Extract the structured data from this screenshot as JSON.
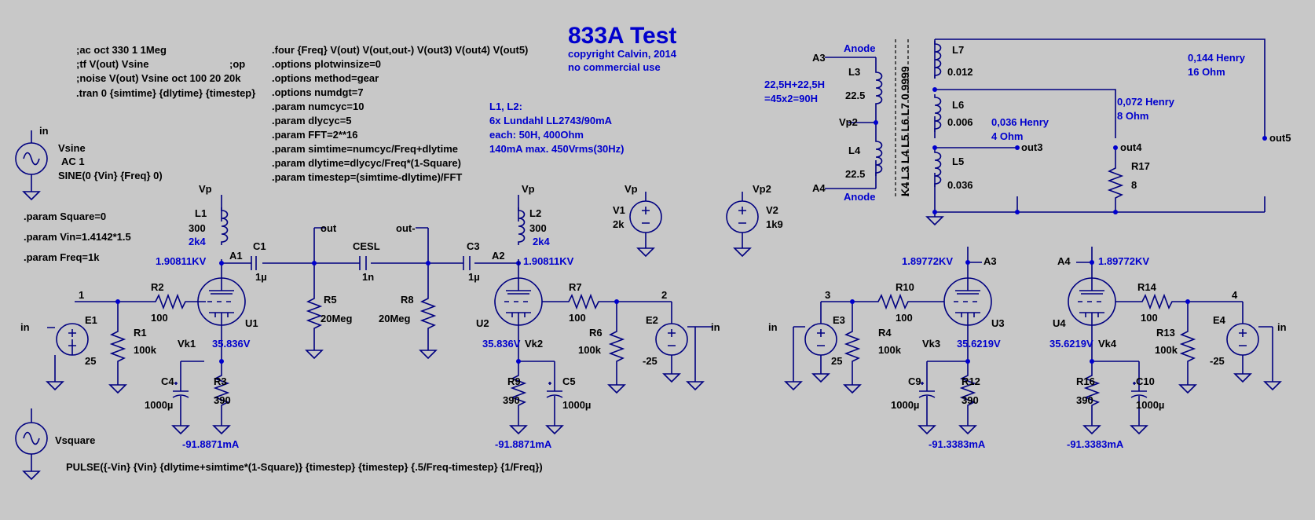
{
  "title": "833A Test",
  "notes": {
    "copyright": "copyright Calvin, 2014",
    "no_commercial": "no commercial use",
    "inductor_head": "L1, L2:",
    "inductor_1": "6x Lundahl LL2743/90mA",
    "inductor_2": "each: 50H, 400Ohm",
    "inductor_3": "140mA max. 450Vrms(30Hz)",
    "sum_1": "22,5H+22,5H",
    "sum_2": "=45x2=90H",
    "h1": "0,144 Henry",
    "o1": "16 Ohm",
    "h2": "0,072 Henry",
    "o2": "8 Ohm",
    "h3": "0,036 Henry",
    "o3": "4 Ohm"
  },
  "directives_left": [
    ";ac oct 330 1 1Meg",
    ";tf V(out) Vsine",
    ";op",
    ";noise V(out) Vsine oct 100 20 20k",
    ".tran 0 {simtime} {dlytime} {timestep}"
  ],
  "directives_mid": [
    ".four {Freq} V(out) V(out,out-) V(out3) V(out4) V(out5)",
    ".options plotwinsize=0",
    ".options method=gear",
    ".options numdgt=7",
    ".param numcyc=10",
    ".param dlycyc=5",
    ".param FFT=2**16",
    ".param simtime=numcyc/Freq+dlytime",
    ".param dlytime=dlycyc/Freq*(1-Square)",
    ".param timestep=(simtime-dlytime)/FFT"
  ],
  "params_left": [
    ".param Square=0",
    ".param Vin=1.4142*1.5",
    ".param Freq=1k"
  ],
  "sources": {
    "vsine_node": "in",
    "vsine_name": "Vsine",
    "vsine_ac": "AC 1",
    "vsine_fn": "SINE(0 {Vin} {Freq} 0)",
    "vsquare_name": "Vsquare",
    "vsquare_fn": "PULSE({-Vin} {Vin} {dlytime+simtime*(1-Square)} {timestep} {timestep} {.5/Freq-timestep} {1/Freq})",
    "v1_node": "Vp",
    "v1_name": "V1",
    "v1_val": "2k",
    "v2_node": "Vp2",
    "v2_name": "V2",
    "v2_val": "1k9"
  },
  "labels": {
    "vp": "Vp",
    "a1": "A1",
    "a2": "A2",
    "a3": "A3",
    "a4": "A4",
    "vp2": "Vp2",
    "out": "out",
    "outm": "out-",
    "out3": "out3",
    "out4": "out4",
    "out5": "out5",
    "vk1": "Vk1",
    "vk2": "Vk2",
    "vk3": "Vk3",
    "vk4": "Vk4",
    "n1": "1",
    "n2": "2",
    "n3": "3",
    "n4": "4",
    "in": "in",
    "anode": "Anode",
    "coupling": "K4 L3 L4 L5 L6 L7 0.9999"
  },
  "parts": {
    "l1": "L1",
    "l1v": "300",
    "l1r": "2k4",
    "l2": "L2",
    "l2v": "300",
    "l2r": "2k4",
    "c1": "C1",
    "c1v": "1µ",
    "cesl": "CESL",
    "ceslv": "1n",
    "c3": "C3",
    "c3v": "1µ",
    "r5": "R5",
    "r5v": "20Meg",
    "r8": "R8",
    "r8v": "20Meg",
    "e1": "E1",
    "e1v": "25",
    "e2": "E2",
    "e2v": "-25",
    "e3": "E3",
    "e3v": "25",
    "e4": "E4",
    "e4v": "-25",
    "r1": "R1",
    "r1v": "100k",
    "r2": "R2",
    "r2v": "100",
    "r3": "R3",
    "r3v": "390",
    "c4": "C4",
    "c4v": "1000µ",
    "u1": "U1",
    "u2": "U2",
    "r7": "R7",
    "r7v": "100",
    "r6": "R6",
    "r6v": "100k",
    "r9": "R9",
    "r9v": "390",
    "c5": "C5",
    "c5v": "1000µ",
    "u3": "U3",
    "r10": "R10",
    "r10v": "100",
    "r4": "R4",
    "r4v": "100k",
    "c9": "C9",
    "c9v": "1000µ",
    "r12": "R12",
    "r12v": "390",
    "u4": "U4",
    "r14": "R14",
    "r14v": "100",
    "r13": "R13",
    "r13v": "100k",
    "r16": "R16",
    "r16v": "390",
    "c10": "C10",
    "c10v": "1000µ",
    "l3": "L3",
    "l3v": "22.5",
    "l4": "L4",
    "l4v": "22.5",
    "l5": "L5",
    "l5v": "0.036",
    "l6": "L6",
    "l6v": "0.006",
    "l7": "L7",
    "l7v": "0.012",
    "r17": "R17",
    "r17v": "8"
  },
  "measurements": {
    "a1v": "1.90811KV",
    "a2v": "1.90811KV",
    "a3v": "1.89772KV",
    "a4v": "1.89772KV",
    "vk1v": "35.836V",
    "vk2v": "35.836V",
    "vk3v": "35.6219V",
    "vk4v": "35.6219V",
    "i1": "-91.8871mA",
    "i2": "-91.8871mA",
    "i3": "-91.3383mA",
    "i4": "-91.3383mA"
  },
  "colors": {
    "background": "#c8c8c8",
    "wire": "#000080",
    "annotation": "#0000cd",
    "text": "#000000"
  }
}
